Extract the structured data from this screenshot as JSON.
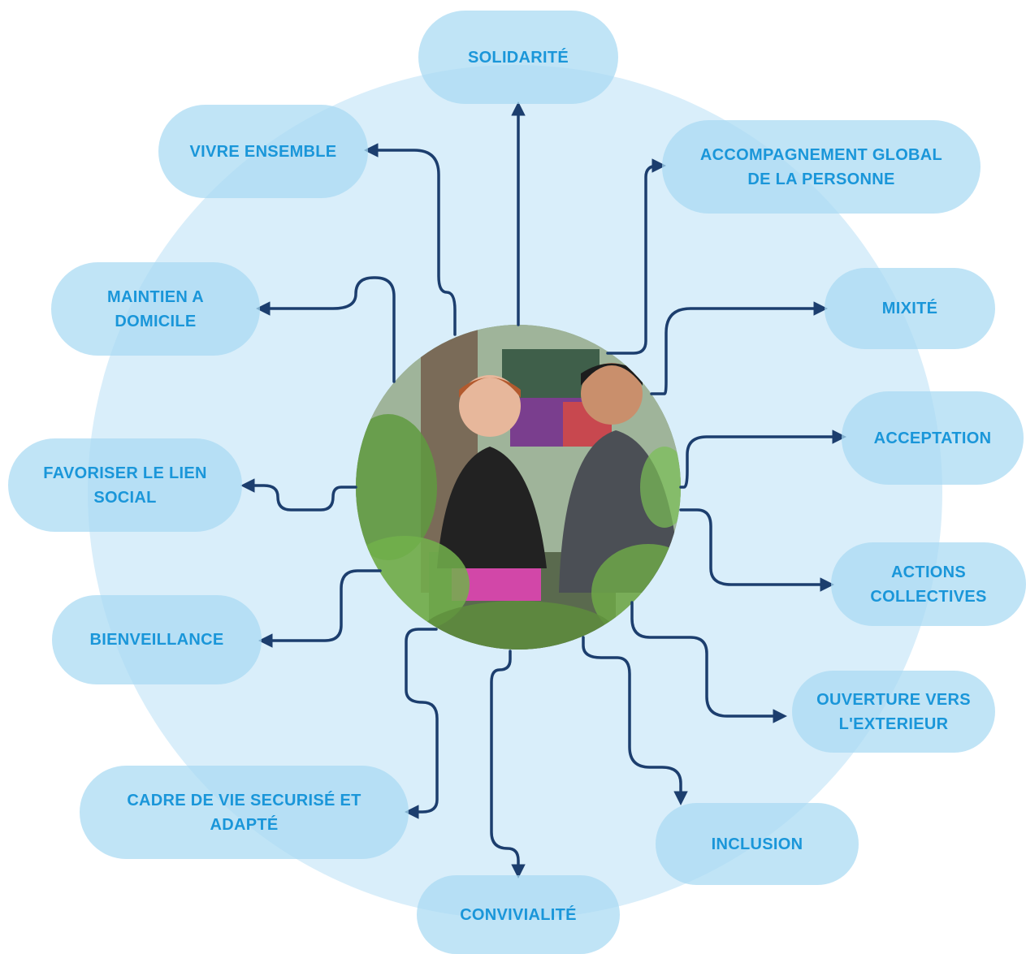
{
  "diagram": {
    "center": {
      "image": "photo-two-people-gardening"
    },
    "nodes": [
      {
        "id": "solidarite",
        "label": "SOLIDARITÉ"
      },
      {
        "id": "vivre-ensemble",
        "label": "VIVRE ENSEMBLE"
      },
      {
        "id": "accompagnement",
        "label": "ACCOMPAGNEMENT GLOBAL\nDE LA PERSONNE"
      },
      {
        "id": "maintien",
        "label": "MAINTIEN A\nDOMICILE"
      },
      {
        "id": "mixite",
        "label": "MIXITÉ"
      },
      {
        "id": "acceptation",
        "label": "ACCEPTATION"
      },
      {
        "id": "favoriser",
        "label": "FAVORISER LE LIEN\nSOCIAL"
      },
      {
        "id": "actions",
        "label": "ACTIONS\nCOLLECTIVES"
      },
      {
        "id": "bienveillance",
        "label": "BIENVEILLANCE"
      },
      {
        "id": "ouverture",
        "label": "OUVERTURE VERS\nL'EXTERIEUR"
      },
      {
        "id": "cadre",
        "label": "CADRE DE VIE SECURISÉ ET\nADAPTÉ"
      },
      {
        "id": "inclusion",
        "label": "INCLUSION"
      },
      {
        "id": "convivialite",
        "label": "CONVIVIALITÉ"
      }
    ],
    "colors": {
      "background_circle": "#d9eefa",
      "pill": "#a8daf3",
      "label_text": "#1a96d9",
      "connector": "#1c3e6e"
    }
  }
}
